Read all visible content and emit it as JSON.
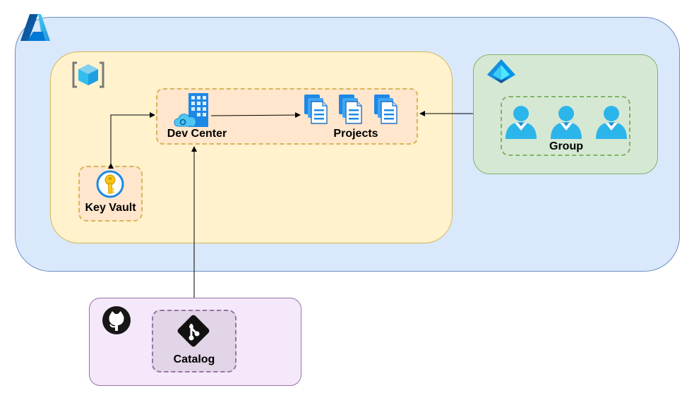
{
  "diagram": {
    "nodes": {
      "dev_center": {
        "label": "Dev Center"
      },
      "projects": {
        "label": "Projects"
      },
      "key_vault": {
        "label": "Key Vault"
      },
      "group": {
        "label": "Group"
      },
      "catalog": {
        "label": "Catalog"
      }
    },
    "containers": {
      "azure_subscription": {
        "icon": "azure-logo-icon",
        "fill": "#dae8fc",
        "stroke": "#6c8ebf"
      },
      "resource_group": {
        "icon": "resource-group-cube-icon",
        "fill": "#fff2cc",
        "stroke": "#d6b656"
      },
      "entra_id": {
        "icon": "entra-id-icon",
        "fill": "#d5e8d4",
        "stroke": "#82b366"
      },
      "github": {
        "icon": "github-icon",
        "fill": "#f5e8fb",
        "stroke": "#9673a6"
      }
    },
    "edges": [
      {
        "from": "dev_center",
        "to": "projects"
      },
      {
        "from": "key_vault",
        "to": "dev_center",
        "bidirectional": true
      },
      {
        "from": "group",
        "to": "projects"
      },
      {
        "from": "catalog",
        "to": "dev_center"
      }
    ]
  }
}
